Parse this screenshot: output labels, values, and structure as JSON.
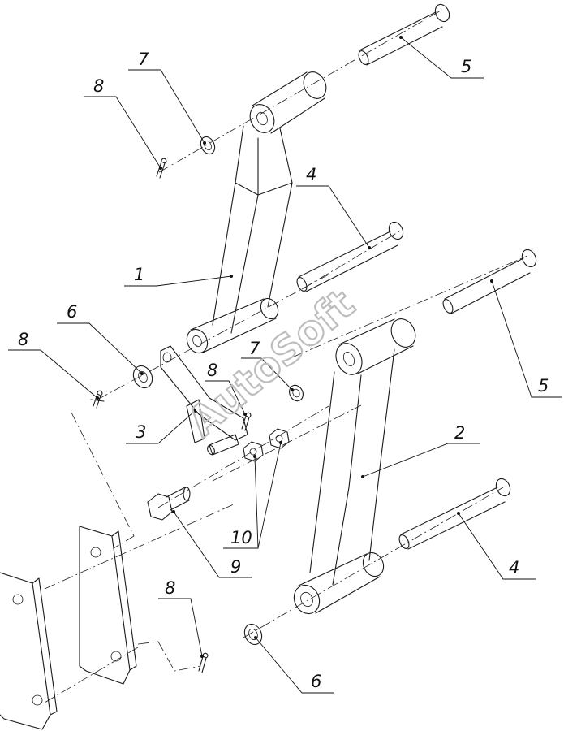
{
  "watermark": "AutoSoft",
  "callouts": [
    {
      "id": "c5a",
      "text": "5"
    },
    {
      "id": "c7a",
      "text": "7"
    },
    {
      "id": "c8a",
      "text": "8"
    },
    {
      "id": "c4a",
      "text": "4"
    },
    {
      "id": "c1",
      "text": "1"
    },
    {
      "id": "c6a",
      "text": "6"
    },
    {
      "id": "c8b",
      "text": "8"
    },
    {
      "id": "c7b",
      "text": "7"
    },
    {
      "id": "c8c",
      "text": "8"
    },
    {
      "id": "c5b",
      "text": "5"
    },
    {
      "id": "c3",
      "text": "3"
    },
    {
      "id": "c2",
      "text": "2"
    },
    {
      "id": "c10",
      "text": "10"
    },
    {
      "id": "c9",
      "text": "9"
    },
    {
      "id": "c4b",
      "text": "4"
    },
    {
      "id": "c8d",
      "text": "8"
    },
    {
      "id": "c6b",
      "text": "6"
    }
  ]
}
